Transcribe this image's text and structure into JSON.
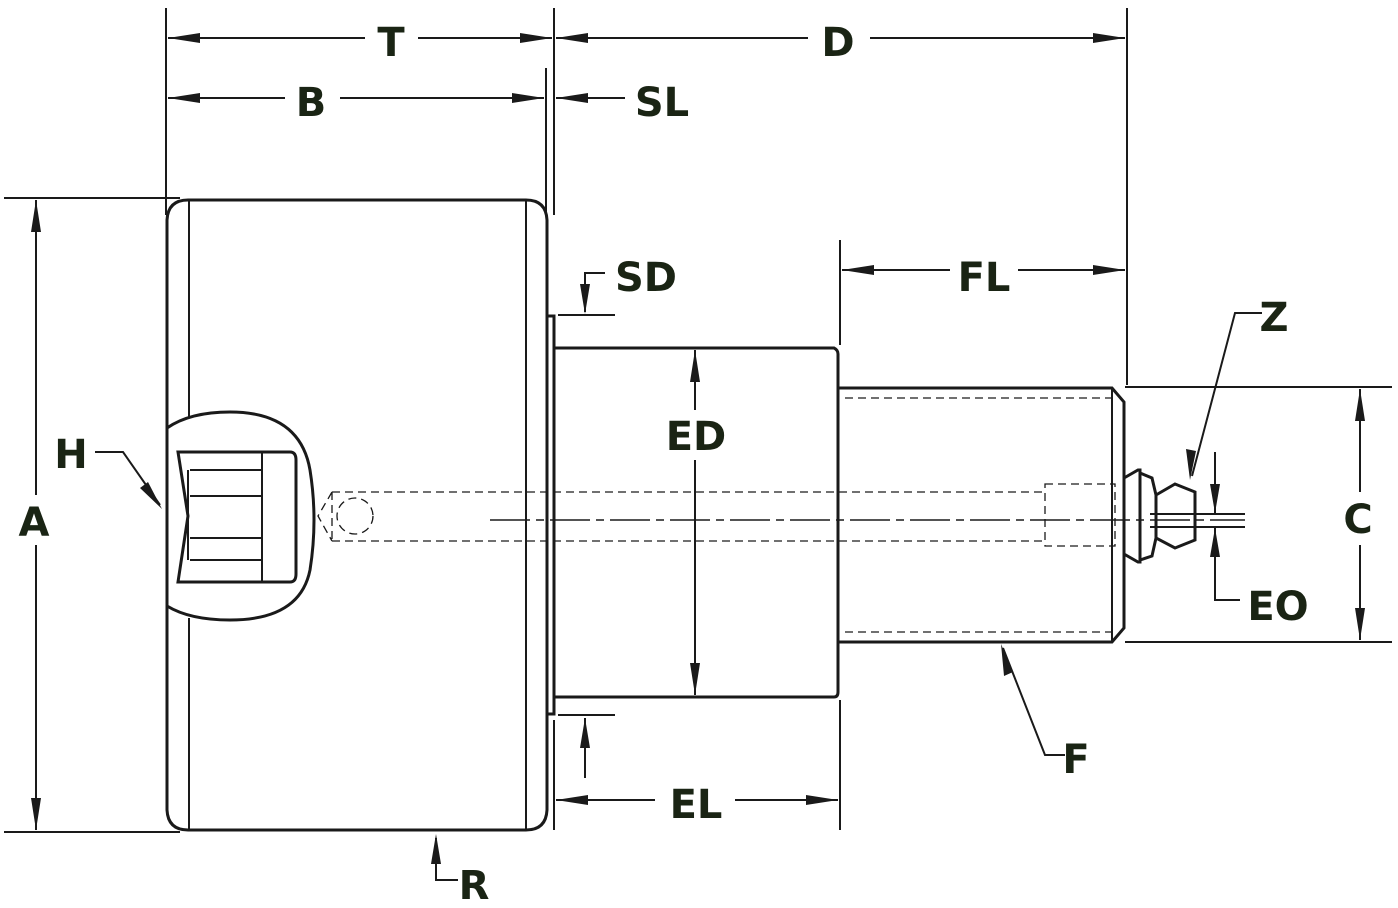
{
  "labels": {
    "T": "T",
    "D": "D",
    "B": "B",
    "SL": "SL",
    "SD": "SD",
    "FL": "FL",
    "Z": "Z",
    "H": "H",
    "ED": "ED",
    "A": "A",
    "C": "C",
    "EO": "EO",
    "F": "F",
    "EL": "EL",
    "R": "R"
  },
  "colors": {
    "line": "#1a1a1a",
    "label": "#1a2414",
    "background": "#ffffff"
  }
}
